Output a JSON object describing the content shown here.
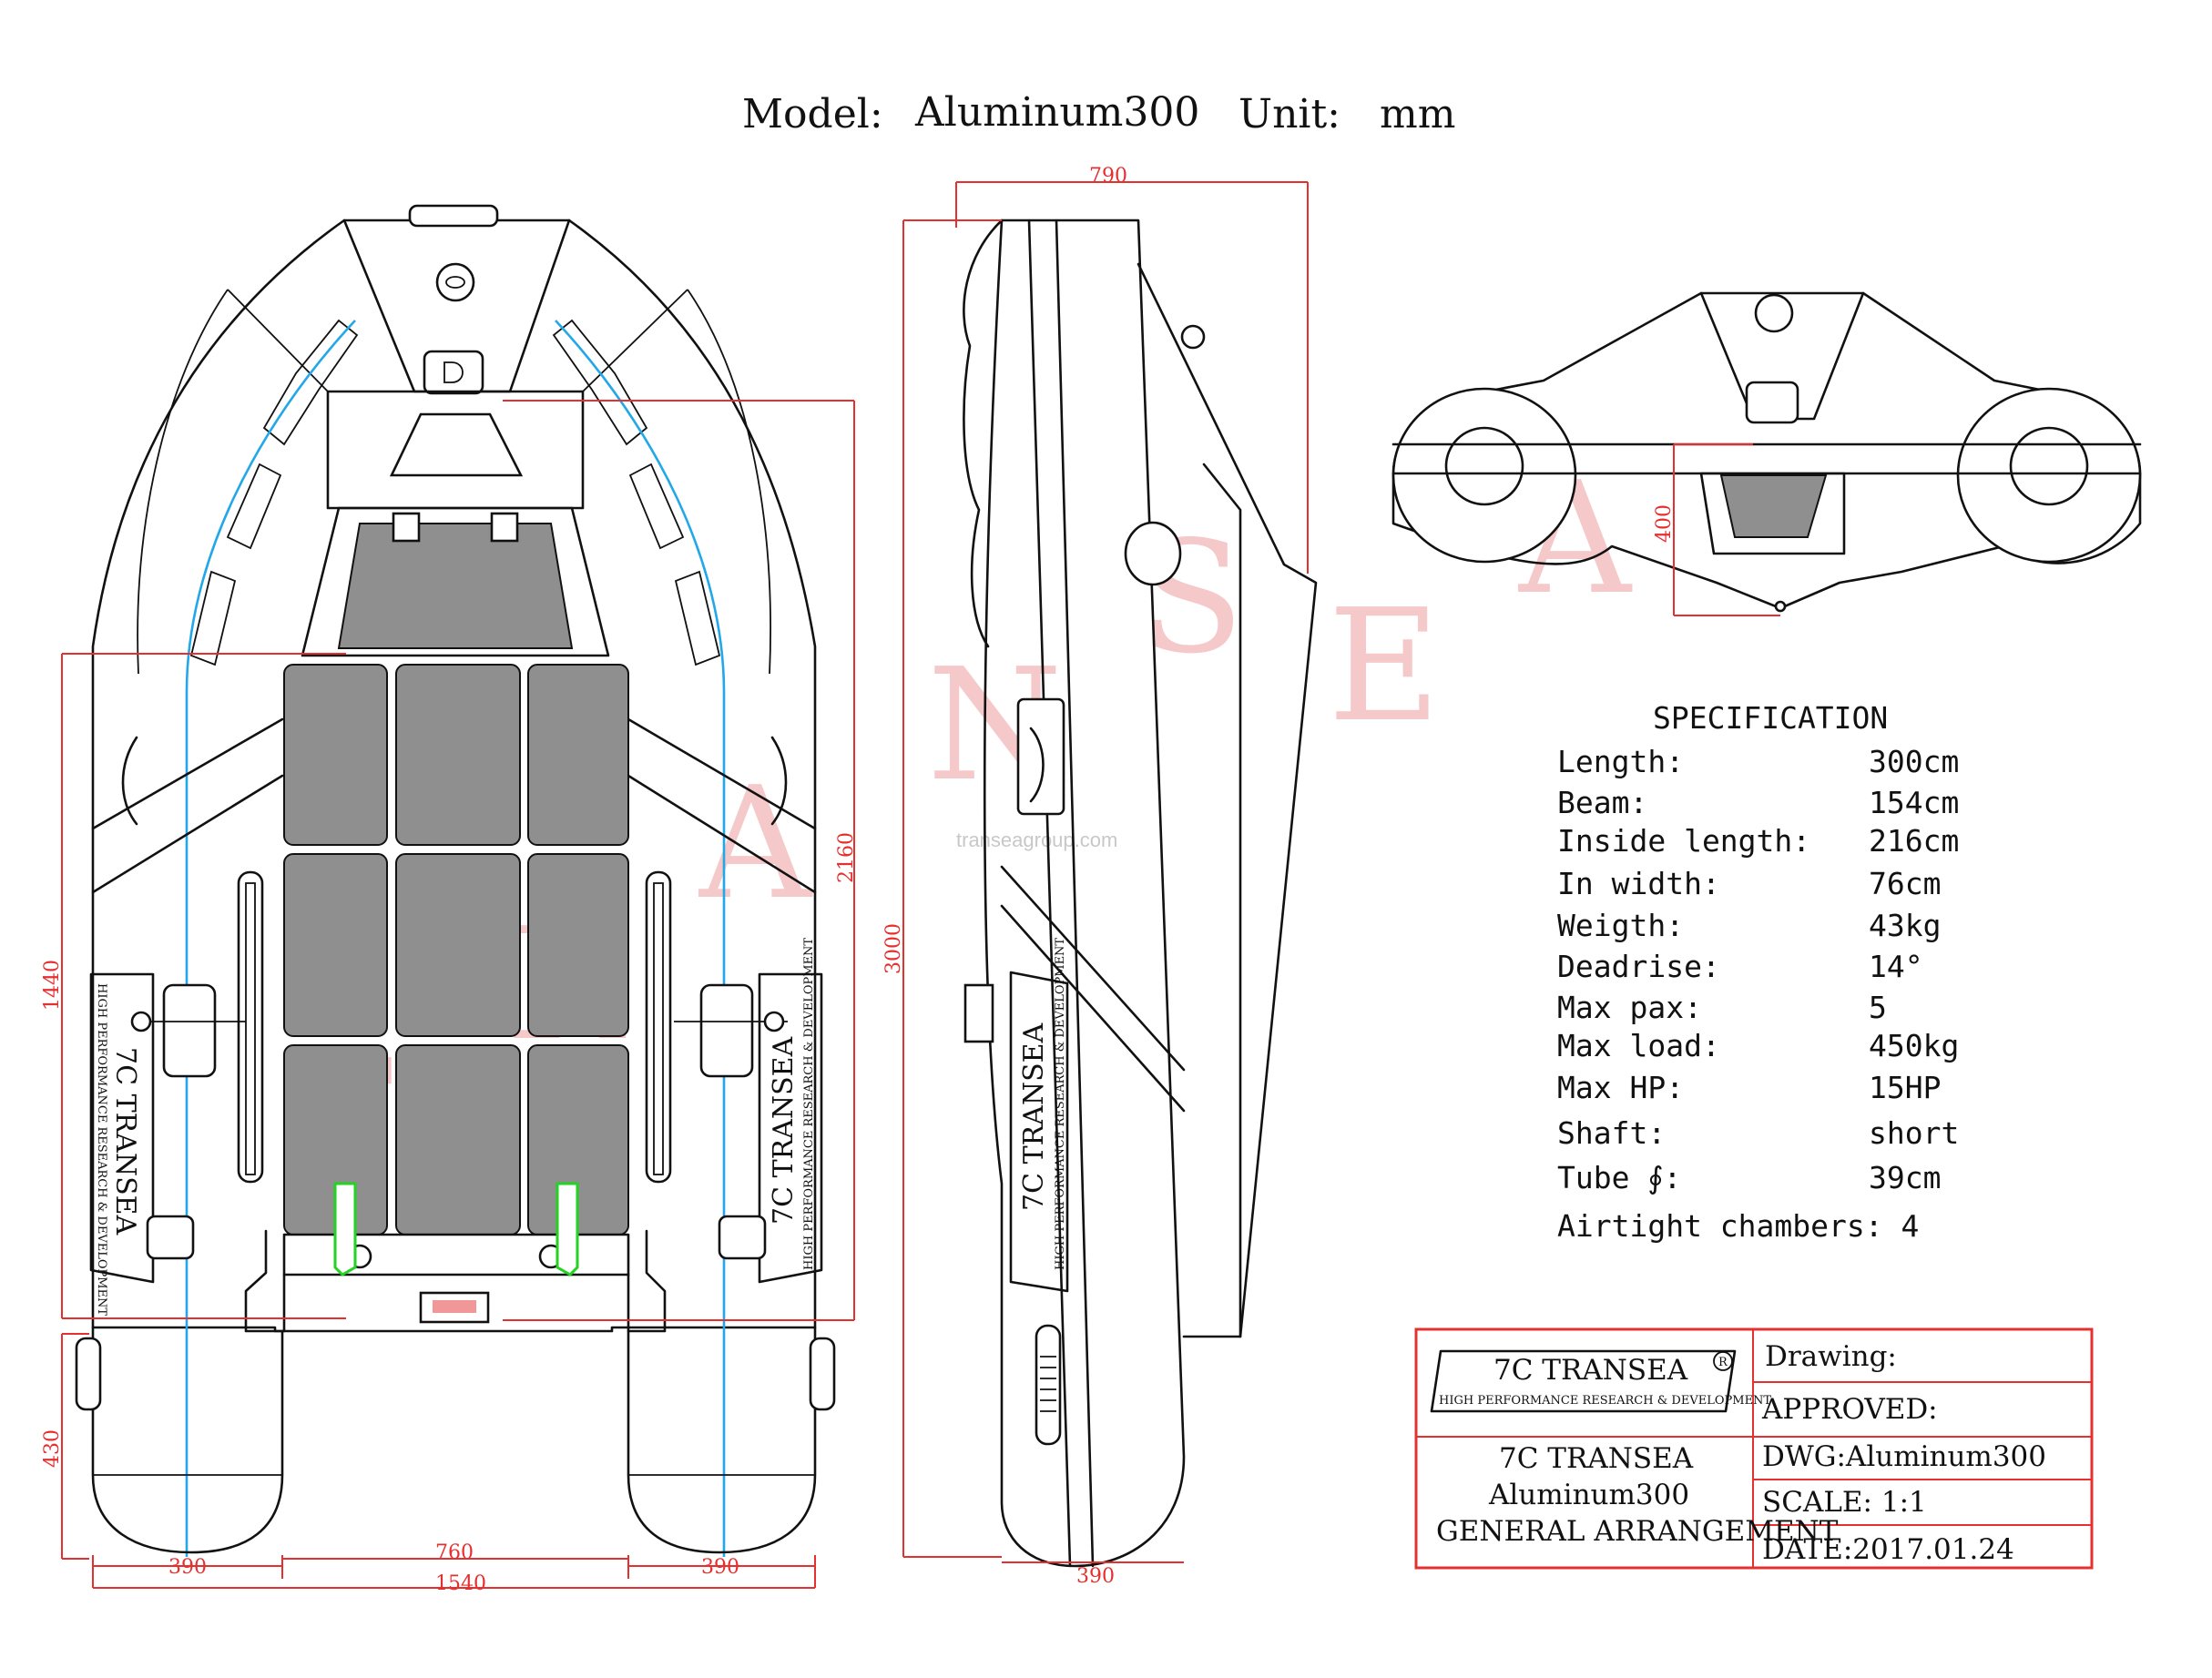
{
  "header": {
    "model_label": "Model:",
    "model_value": "Aluminum300",
    "unit_label": "Unit:",
    "unit_value": "mm"
  },
  "dimensions": {
    "top_width": "790",
    "inside_length": "2160",
    "floor_length": "1440",
    "tail_length": "430",
    "side_length": "3000",
    "cone_left": "390",
    "cone_right": "390",
    "inner_width": "760",
    "total_beam": "1540",
    "side_tube": "390",
    "stern_height": "400"
  },
  "branding": {
    "brand": "7C TRANSEA",
    "tagline": "HIGH PERFORMANCE RESEARCH & DEVELOPMENT",
    "registered_mark": "R",
    "watermark_letters": [
      "T",
      "R",
      "A",
      "N",
      "S",
      "E",
      "A"
    ],
    "watermark_url": "transeagroup.com"
  },
  "specification": {
    "title": "SPECIFICATION",
    "rows": [
      {
        "label": "Length:",
        "value": "300cm"
      },
      {
        "label": "Beam:",
        "value": "154cm"
      },
      {
        "label": "Inside length:",
        "value": "216cm"
      },
      {
        "label": "In width:",
        "value": "76cm"
      },
      {
        "label": "Weigth:",
        "value": "43kg"
      },
      {
        "label": "Deadrise:",
        "value": "14°"
      },
      {
        "label": "Max pax:",
        "value": "5"
      },
      {
        "label": "Max load:",
        "value": "450kg"
      },
      {
        "label": "Max HP:",
        "value": "15HP"
      },
      {
        "label": "Shaft:",
        "value": "short"
      },
      {
        "label": "Tube ∮:",
        "value": "39cm"
      }
    ],
    "airtight": "Airtight chambers: 4"
  },
  "title_block": {
    "drawing_label": "Drawing:",
    "approved_label": "APPROVED:",
    "company_line": "7C TRANSEA",
    "model_line": "Aluminum300",
    "desc_line": "GENERAL ARRANGEMENT",
    "dwg": "DWG:Aluminum300",
    "scale": "SCALE: 1:1",
    "date": "DATE:2017.01.24"
  },
  "colors": {
    "dimension_red": "#e53030",
    "keel_blue": "#22a7e8",
    "handle_green": "#22d322",
    "floor_grey": "#8f8f8f",
    "watermark_pink": "#f3bcbc"
  }
}
